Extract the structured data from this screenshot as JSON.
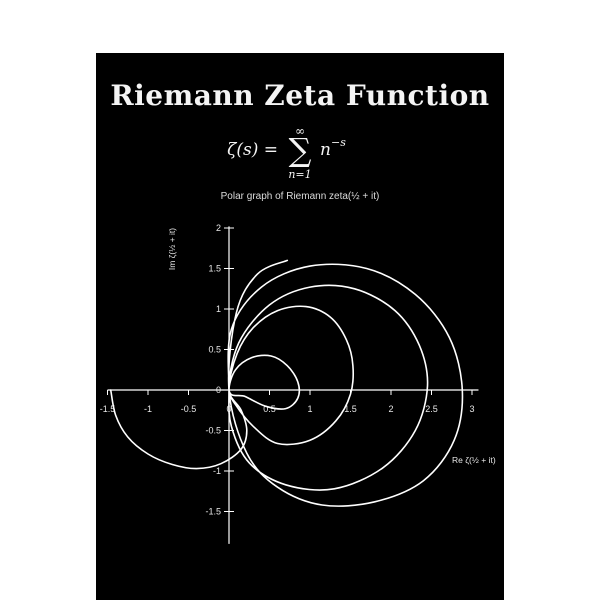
{
  "poster": {
    "title": "Riemann Zeta Function",
    "formula": {
      "lhs": "ζ(s) =",
      "sum_symbol": "∑",
      "upper_limit": "∞",
      "lower_limit": "n=1",
      "term": "n",
      "exponent": "−s"
    },
    "background_color": "#000000",
    "foreground_color": "#ffffff"
  },
  "chart_data": {
    "type": "line",
    "title": "Polar graph of Riemann zeta(½ + it)",
    "xlabel": "Re ζ(½ + it)",
    "ylabel": "Im ζ(½ + it)",
    "xlim": [
      -1.5,
      3
    ],
    "ylim": [
      -1.75,
      2
    ],
    "x_ticks": [
      "-1.5",
      "-1",
      "-0.5",
      "0",
      "0.5",
      "1",
      "1.5",
      "2",
      "2.5",
      "3"
    ],
    "y_ticks": [
      "2",
      "1.5",
      "1",
      "0.5",
      "0",
      "-0.5",
      "-1",
      "-1.5"
    ],
    "grid": false,
    "series": [
      {
        "points": [
          [
            -1.46,
            0.0
          ],
          [
            -1.4,
            -0.31
          ],
          [
            -1.25,
            -0.58
          ],
          [
            -1.0,
            -0.79
          ],
          [
            -0.7,
            -0.92
          ],
          [
            -0.4,
            -0.97
          ],
          [
            -0.1,
            -0.91
          ],
          [
            0.15,
            -0.73
          ],
          [
            0.22,
            -0.5
          ],
          [
            0.15,
            -0.25
          ],
          [
            0.0,
            0.0
          ],
          [
            0.1,
            0.45
          ],
          [
            0.3,
            0.77
          ],
          [
            0.6,
            0.98
          ],
          [
            0.95,
            1.03
          ],
          [
            1.25,
            0.9
          ],
          [
            1.45,
            0.62
          ],
          [
            1.53,
            0.3
          ],
          [
            1.5,
            -0.05
          ],
          [
            1.32,
            -0.38
          ],
          [
            1.0,
            -0.62
          ],
          [
            0.6,
            -0.66
          ],
          [
            0.3,
            -0.45
          ],
          [
            0.08,
            -0.18
          ],
          [
            0.0,
            0.0
          ],
          [
            0.08,
            0.25
          ],
          [
            0.28,
            0.4
          ],
          [
            0.52,
            0.42
          ],
          [
            0.72,
            0.3
          ],
          [
            0.85,
            0.1
          ],
          [
            0.85,
            -0.1
          ],
          [
            0.7,
            -0.23
          ],
          [
            0.45,
            -0.2
          ],
          [
            0.2,
            -0.08
          ],
          [
            0.0,
            0.0
          ],
          [
            0.12,
            0.58
          ],
          [
            0.5,
            1.05
          ],
          [
            1.0,
            1.27
          ],
          [
            1.55,
            1.25
          ],
          [
            2.05,
            0.98
          ],
          [
            2.35,
            0.55
          ],
          [
            2.45,
            0.05
          ],
          [
            2.3,
            -0.5
          ],
          [
            1.9,
            -0.96
          ],
          [
            1.3,
            -1.22
          ],
          [
            0.7,
            -1.17
          ],
          [
            0.25,
            -0.9
          ],
          [
            0.03,
            -0.45
          ],
          [
            0.0,
            0.0
          ],
          [
            0.03,
            0.75
          ],
          [
            0.4,
            1.27
          ],
          [
            1.0,
            1.53
          ],
          [
            1.7,
            1.5
          ],
          [
            2.3,
            1.18
          ],
          [
            2.72,
            0.65
          ],
          [
            2.88,
            0.0
          ],
          [
            2.78,
            -0.62
          ],
          [
            2.4,
            -1.12
          ],
          [
            1.8,
            -1.38
          ],
          [
            1.15,
            -1.42
          ],
          [
            0.6,
            -1.2
          ],
          [
            0.22,
            -0.78
          ],
          [
            0.0,
            0.0
          ],
          [
            0.09,
            0.95
          ],
          [
            0.35,
            1.43
          ],
          [
            0.72,
            1.6
          ]
        ]
      }
    ]
  }
}
